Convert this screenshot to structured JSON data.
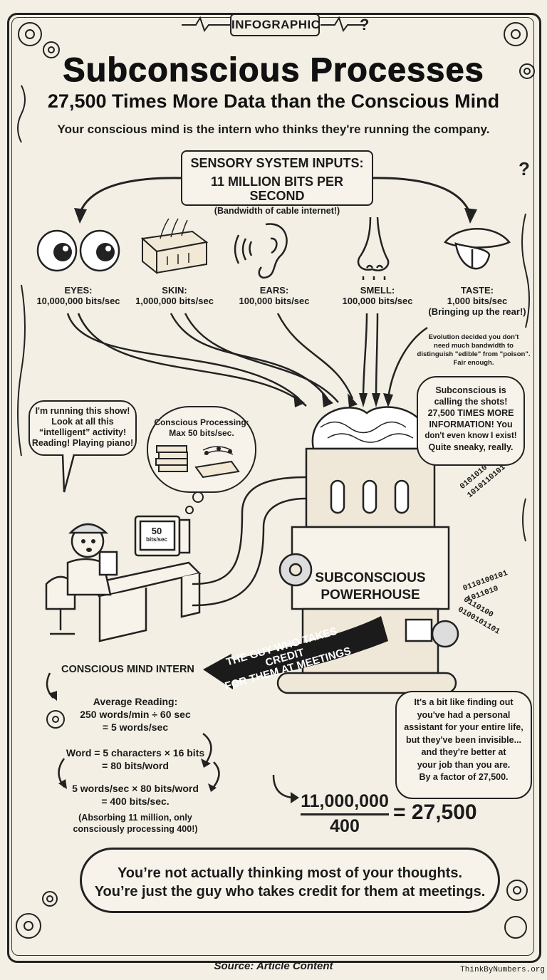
{
  "header": {
    "tag": "INFOGRAPHIC",
    "title": "Subconscious Processes",
    "subtitle": "27,500 Times More Data than the Conscious Mind",
    "tagline": "Your conscious mind is the intern who thinks they're running the company."
  },
  "inputs": {
    "heading_line1": "SENSORY SYSTEM INPUTS:",
    "heading_line2": "11 MILLION BITS PER SECOND",
    "note": "(Bandwidth of cable internet!)"
  },
  "senses": [
    {
      "name": "EYES:",
      "rate": "10,000,000 bits/sec",
      "icon": "eyes-icon"
    },
    {
      "name": "SKIN:",
      "rate": "1,000,000 bits/sec",
      "icon": "skin-icon"
    },
    {
      "name": "EARS:",
      "rate": "100,000 bits/sec",
      "icon": "ear-icon"
    },
    {
      "name": "SMELL:",
      "rate": "100,000 bits/sec",
      "icon": "nose-icon"
    },
    {
      "name": "TASTE:",
      "rate": "1,000 bits/sec",
      "note": "(Bringing up the rear!)",
      "icon": "mouth-icon"
    }
  ],
  "taste_note": [
    "Evolution decided you don't",
    "need much bandwidth to",
    "distinguish \"edible\" from \"poison\".",
    "Fair enough."
  ],
  "intern_speech": [
    "I'm running this show!",
    "Look at all this",
    "“intelligent” activity!",
    "Reading! Playing piano!"
  ],
  "thought_bubble": [
    "Conscious Processing:",
    "Max 50 bits/sec."
  ],
  "monitor_text": [
    "50",
    "bits/sec"
  ],
  "subconscious_speech": [
    "Subconscious is",
    "calling the shots!",
    "27,500 TIMES MORE",
    "INFORMATION! You",
    "don't even know I exist!",
    "Quite sneaky, really."
  ],
  "powerhouse_label": [
    "SUBCONSCIOUS",
    "POWERHOUSE"
  ],
  "banner": [
    "THE GUY WHO TAKES CREDIT",
    "FOR THEM AT MEETINGS"
  ],
  "intern_label": "CONSCIOUS MIND INTERN",
  "calc": {
    "reading_title": "Average Reading:",
    "reading_line": "250 words/min ÷ 60 sec",
    "reading_result": "= 5 words/sec",
    "word_line": "Word = 5 characters × 16 bits",
    "word_result": "= 80 bits/word",
    "total_line": "5 words/sec × 80 bits/word",
    "total_result": "= 400 bits/sec.",
    "note_line1": "(Absorbing 11 million, only",
    "note_line2": "consciously processing 400!)"
  },
  "assistant_note": [
    "It's a bit like finding out",
    "you've had a personal",
    "assistant for your entire life,",
    "but they've been invisible...",
    "and they're better at",
    "your job than you are.",
    "By a factor of 27,500."
  ],
  "fraction": {
    "numerator": "11,000,000",
    "denominator": "400",
    "result": "= 27,500"
  },
  "conclusion": [
    "You’re not actually thinking most of your thoughts.",
    "You’re just the guy who takes credit for them at meetings."
  ],
  "source": "Source: Article Content",
  "watermark": "ThinkByNumbers.org",
  "binary_streams": [
    "0101010",
    "1010110101",
    "0110100101",
    "1011010",
    "0110100",
    "0100101101"
  ],
  "colors": {
    "paper": "#f3efe4",
    "ink": "#1b1b1b"
  }
}
